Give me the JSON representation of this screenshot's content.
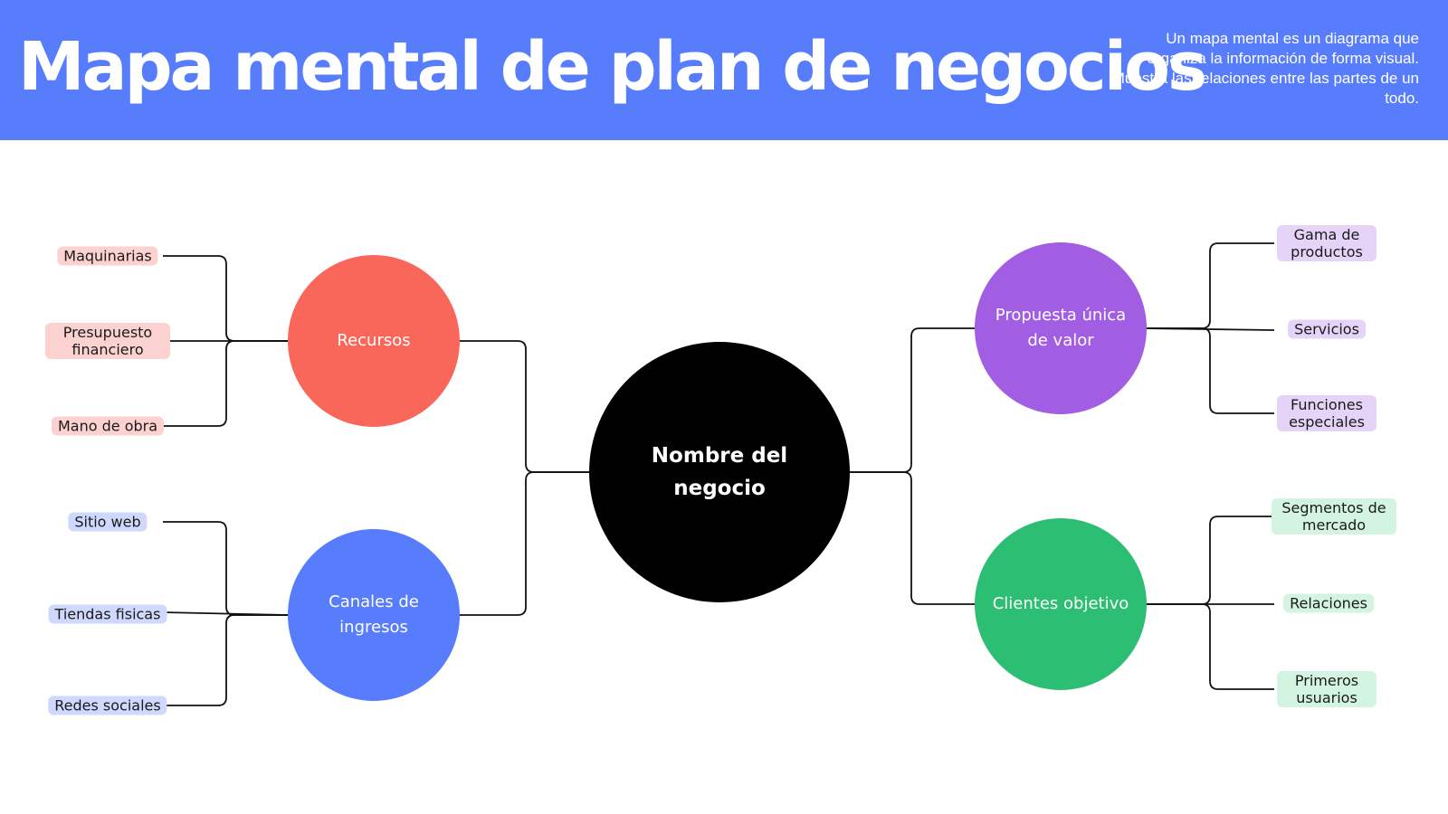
{
  "header": {
    "title": "Mapa mental de plan de negocios",
    "description": "Un mapa mental es un diagrama que organiza la información de forma visual. Muestra las relaciones entre las partes de un todo.",
    "background_color": "#577cfc"
  },
  "center": {
    "label": "Nombre del negocio",
    "color": "#000000"
  },
  "branches": {
    "recursos": {
      "label": "Recursos",
      "color": "#f9675b",
      "tag_color": "#fbd2cf",
      "items": [
        "Maquinarias",
        "Presupuesto financiero",
        "Mano de obra"
      ]
    },
    "canales": {
      "label": "Canales de ingresos",
      "color": "#577cfc",
      "tag_color": "#cfd9fd",
      "items": [
        "Sitio web",
        "Tiendas fisicas",
        "Redes sociales"
      ]
    },
    "propuesta": {
      "label": "Propuesta única de valor",
      "color": "#a25ee2",
      "tag_color": "#e5d4f7",
      "items": [
        "Gama de productos",
        "Servicios",
        "Funciones especiales"
      ]
    },
    "clientes": {
      "label": "Clientes objetivo",
      "color": "#2cbe72",
      "tag_color": "#d3f4e0",
      "items": [
        "Segmentos de mercado",
        "Relaciones",
        "Primeros usuarios"
      ]
    }
  }
}
